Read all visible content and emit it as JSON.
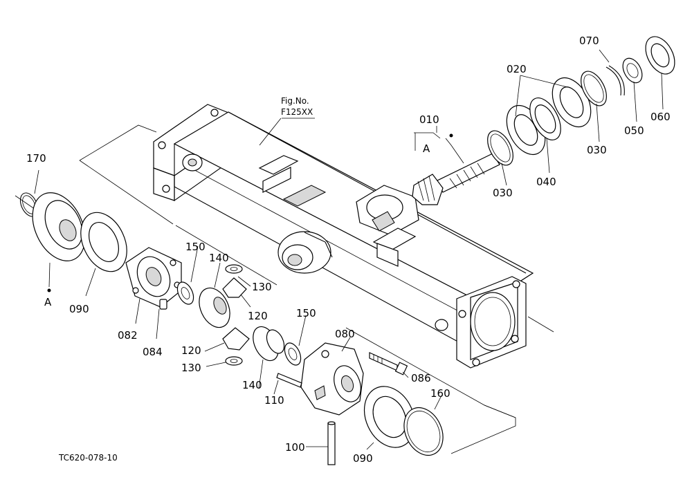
{
  "figure": {
    "fig_no_label": "Fig.No.",
    "fig_no_value": "F125XX",
    "drawing_code": "TC620-078-10"
  },
  "ref_marks": {
    "A_top": "A",
    "A_left": "A"
  },
  "labels": {
    "p010": "010",
    "p020": "020",
    "p030a": "030",
    "p030b": "030",
    "p040": "040",
    "p050": "050",
    "p060": "060",
    "p070": "070",
    "p080": "080",
    "p082": "082",
    "p084": "084",
    "p086": "086",
    "p090a": "090",
    "p090b": "090",
    "p100": "100",
    "p110": "110",
    "p120a": "120",
    "p120b": "120",
    "p130a": "130",
    "p130b": "130",
    "p140a": "140",
    "p140b": "140",
    "p150a": "150",
    "p150b": "150",
    "p160": "160",
    "p170": "170"
  }
}
